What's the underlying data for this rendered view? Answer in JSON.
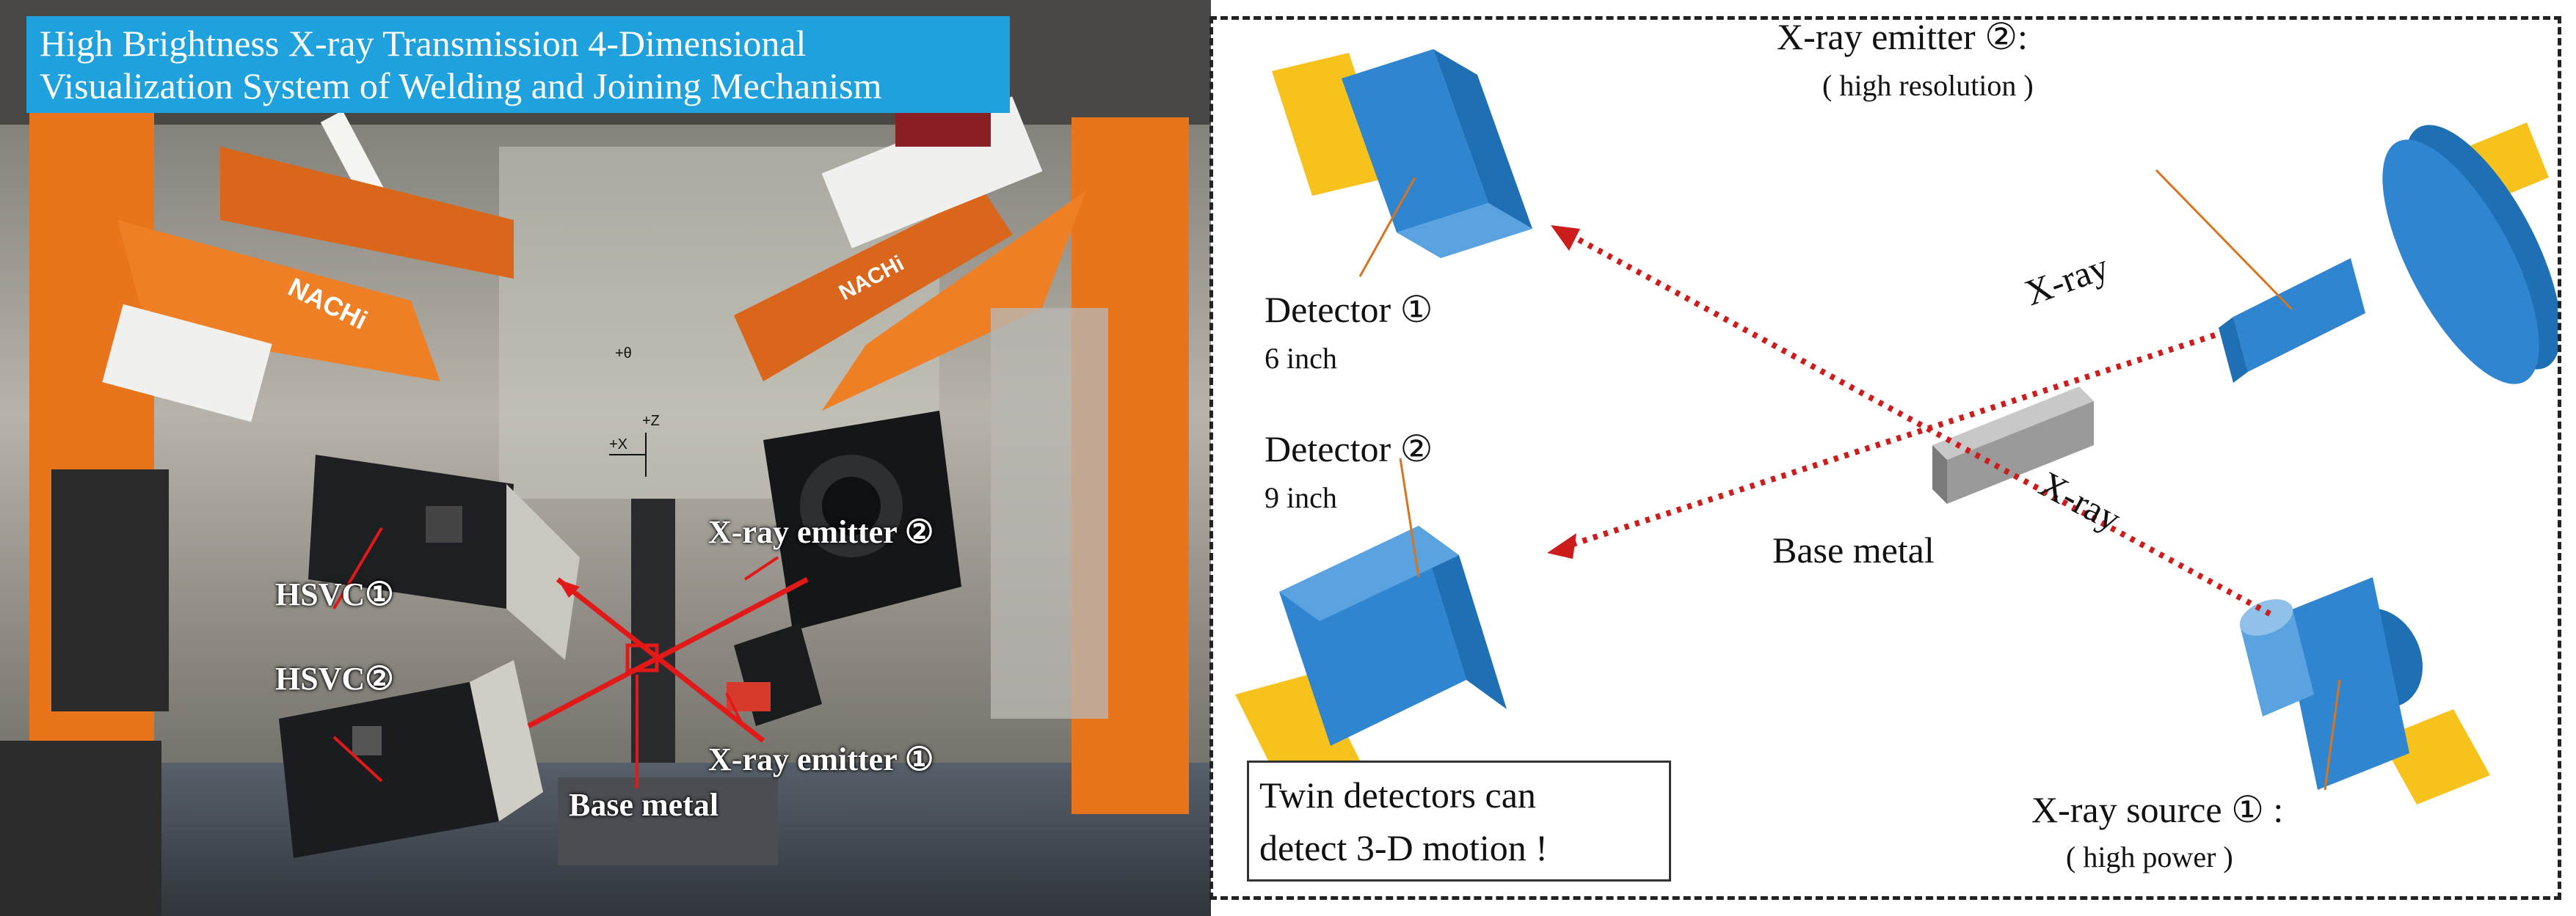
{
  "photo": {
    "title_lines": [
      "High Brightness X-ray Transmission 4-Dimensional",
      "Visualization System of Welding and Joining Mechanism"
    ],
    "labels": {
      "hsvc1": "HSVC①",
      "hsvc2": "HSVC②",
      "emitter2": "X-ray emitter ②",
      "emitter1": "X-ray emitter ①",
      "base_metal": "Base metal"
    },
    "robot_brand": "NACHi",
    "axis_labels": {
      "plus_theta": "+θ",
      "plus_z": "+Z",
      "plus_x": "+X"
    }
  },
  "schematic": {
    "emitter2_label": "X-ray emitter ②:",
    "emitter2_sub": "( high resolution )",
    "detector1_label": "Detector  ①",
    "detector1_size": "6 inch",
    "detector2_label": "Detector  ②",
    "detector2_size": "9 inch",
    "xray_upper": "X-ray",
    "xray_lower": "X-ray",
    "base_metal": "Base metal",
    "source1_label": "X-ray source ① :",
    "source1_sub": "( high power )",
    "note_lines": [
      "Twin detectors can",
      "detect 3-D motion !"
    ]
  },
  "colors": {
    "title_bg": "#1ea1dc",
    "component_blue": "#2f85cf",
    "shaft_yellow": "#f7c21b",
    "ray_red": "#cc1c1c",
    "base_metal_gray": "#9a9a9a",
    "robot_orange": "#e8751c"
  }
}
